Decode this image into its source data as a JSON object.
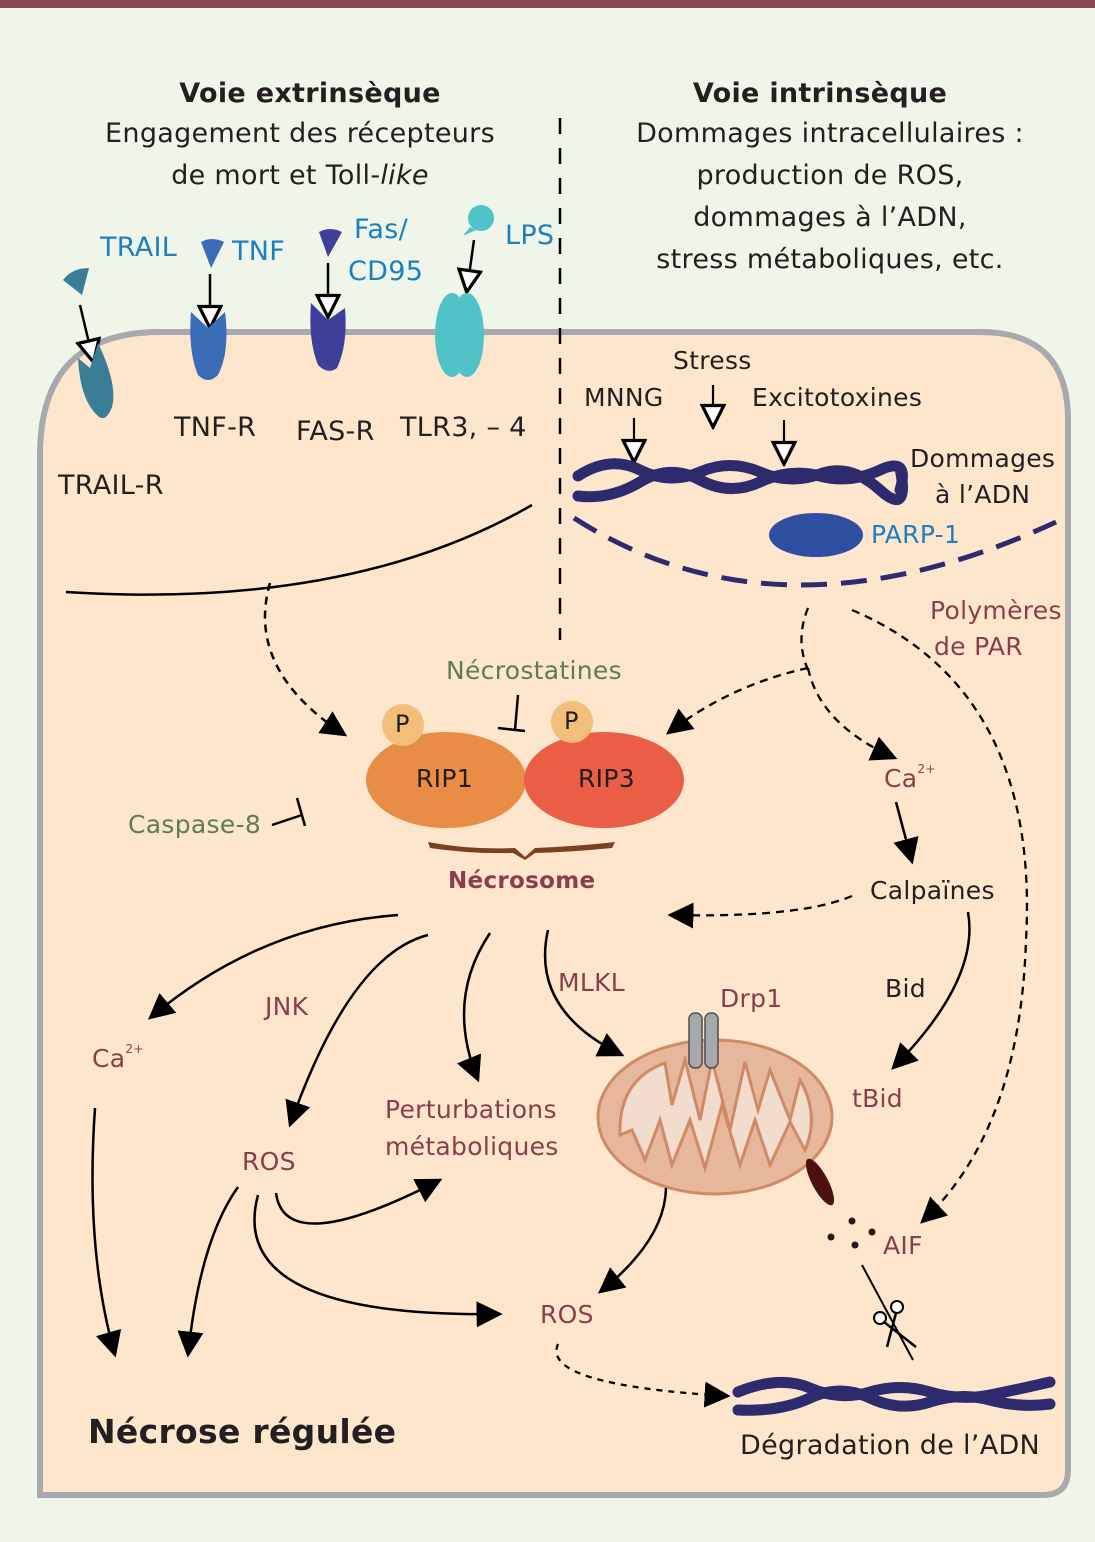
{
  "header": {
    "extrinsic": {
      "title": "Voie extrinsèque",
      "line1": "Engagement des récepteurs",
      "line2_prefix": "de mort et Toll-",
      "line2_italic": "like"
    },
    "intrinsic": {
      "title": "Voie intrinsèque",
      "line1": "Dommages intracellulaires :",
      "line2": "production de ROS,",
      "line3": "dommages à l’ADN,",
      "line4": "stress métaboliques, etc."
    }
  },
  "ligands": {
    "trail": "TRAIL",
    "tnf": "TNF",
    "fas_line1": "Fas/",
    "fas_line2": "CD95",
    "lps": "LPS"
  },
  "receptors": {
    "trail_r": "TRAIL-R",
    "tnf_r": "TNF-R",
    "fas_r": "FAS-R",
    "tlr": "TLR3, – 4"
  },
  "intrinsic_triggers": {
    "stress": "Stress",
    "mnng": "MNNG",
    "excitotoxins": "Excitotoxines",
    "dna_damage_line1": "Dommages",
    "dna_damage_line2": "à l’ADN",
    "parp1": "PARP-1",
    "par_polymers_line1": "Polymères",
    "par_polymers_line2": "de PAR"
  },
  "necrosome": {
    "necrostatins": "Nécrostatines",
    "phospho": "P",
    "rip1": "RIP1",
    "rip3": "RIP3",
    "caspase8": "Caspase-8",
    "label": "Nécrosome"
  },
  "calcium_branch": {
    "ca_right": "Ca",
    "ca_charge": "2+",
    "calpains": "Calpaïnes",
    "bid": "Bid",
    "tbid": "tBid"
  },
  "effectors": {
    "ca_left": "Ca",
    "ca_charge": "2+",
    "jnk": "JNK",
    "ros_left": "ROS",
    "metabolic_line1": "Perturbations",
    "metabolic_line2": "métaboliques",
    "mlkl": "MLKL",
    "drp1": "Drp1",
    "aif": "AIF",
    "ros_bottom": "ROS"
  },
  "outcomes": {
    "regulated_necrosis": "Nécrose régulée",
    "dna_degradation": "Dégradation de l’ADN"
  },
  "colors": {
    "top_bar": "#8c4553",
    "page_bg": "#eff5e8",
    "cell_fill": "#fee6cd",
    "membrane": "#a7a9ac",
    "rip1": "#e98c46",
    "rip3": "#ea5e45",
    "phospho": "#f2be79",
    "dna": "#2e2a6e",
    "parp1": "#2f4fa1",
    "mito_outer": "#e6b79a",
    "mito_edge": "#cf8a66",
    "trail_receptor": "#3a7d96",
    "tnf_receptor": "#3b6cb7",
    "fas_receptor": "#3d3f9a",
    "tlr_receptor": "#4fc3c8"
  }
}
